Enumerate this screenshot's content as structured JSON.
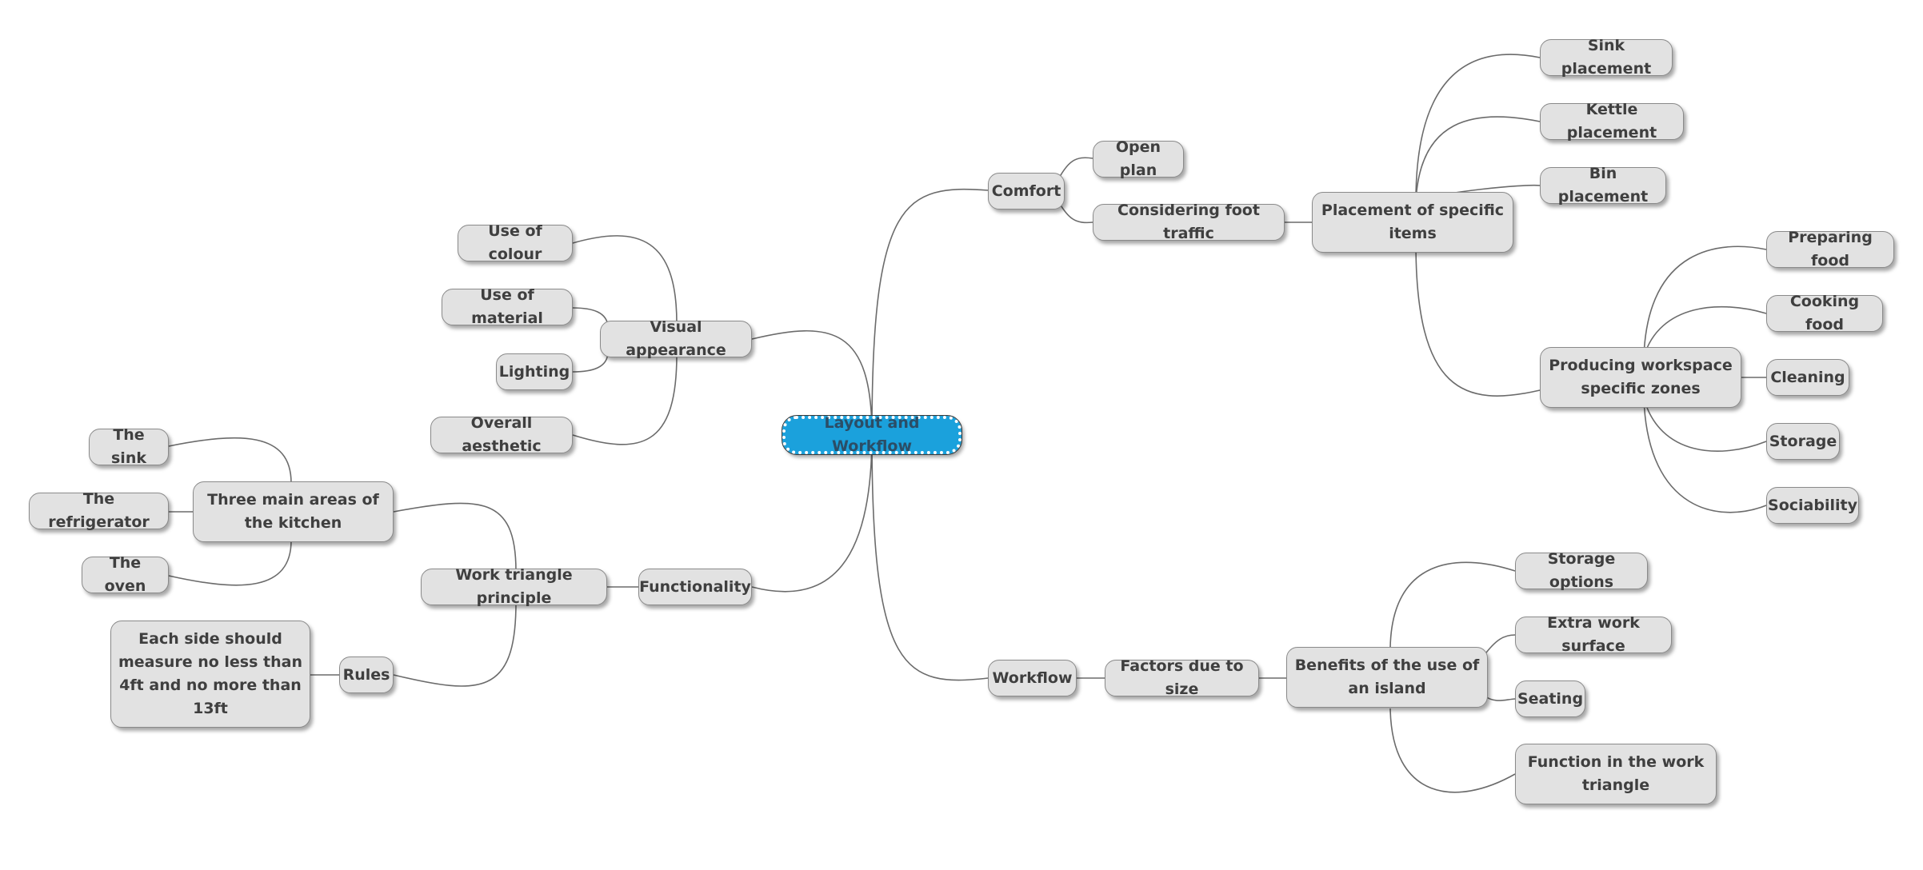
{
  "mindmap": {
    "root": "Layout and Workflow",
    "nodes": {
      "comfort": "Comfort",
      "open_plan": "Open plan",
      "foot_traffic": "Considering foot traffic",
      "placement": "Placement of specific items",
      "sink_placement": "Sink placement",
      "kettle_placement": "Kettle placement",
      "bin_placement": "Bin placement",
      "zones": "Producing workspace specific zones",
      "preparing_food": "Preparing food",
      "cooking_food": "Cooking food",
      "cleaning": "Cleaning",
      "storage": "Storage",
      "sociability": "Sociability",
      "workflow": "Workflow",
      "factors_size": "Factors due to size",
      "island_benefits": "Benefits of the use of an island",
      "storage_options": "Storage options",
      "extra_surface": "Extra work surface",
      "seating": "Seating",
      "work_triangle_fn": "Function in the work triangle",
      "visual": "Visual appearance",
      "colour": "Use of colour",
      "material": "Use of material",
      "lighting": "Lighting",
      "aesthetic": "Overall aesthetic",
      "functionality": "Functionality",
      "triangle_principle": "Work triangle principle",
      "three_areas": "Three main areas of the kitchen",
      "sink": "The sink",
      "fridge": "The refrigerator",
      "oven": "The oven",
      "rules": "Rules",
      "rule_text": "Each side should measure no less than 4ft and no more than 13ft"
    }
  }
}
